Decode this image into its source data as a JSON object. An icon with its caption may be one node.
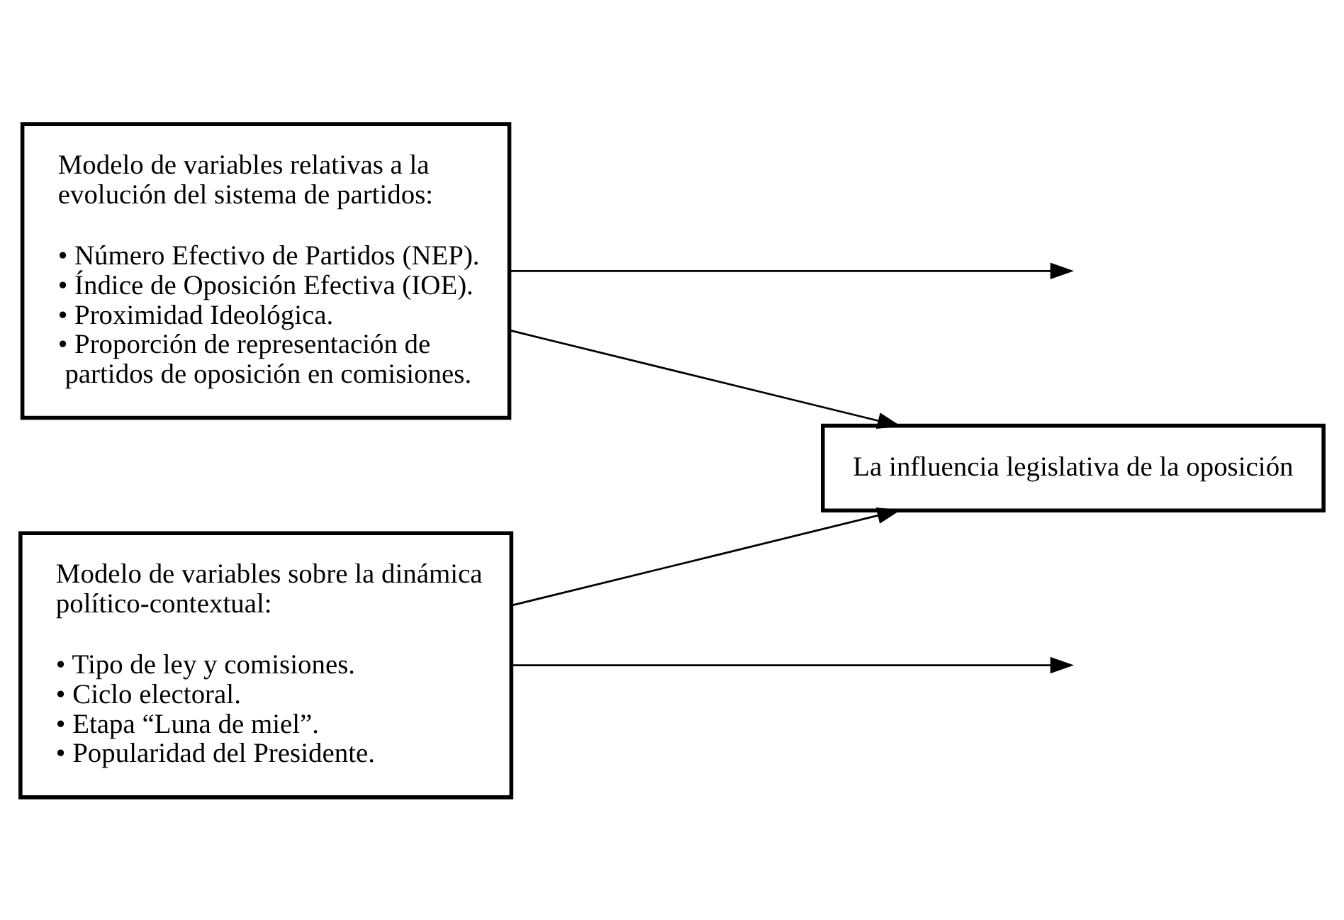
{
  "diagram": {
    "nodes": [
      {
        "text": [
          "Modelo de variables relativas a la evolución del sistema de partidos:",
          "• Número Efectivo de Partidos (NEP).",
          "• Índice de Oposición Efectiva (IOE).",
          "• Proximidad Ideológica.",
          "• Proporción de representación de partidos de oposición en comisiones."
        ]
      },
      {
        "text": [
          "Modelo de variables sobre la dinámica político-contextual:",
          "• Tipo de ley y comisiones.",
          "• Ciclo electoral.",
          "• Etapa “Luna de miel”.",
          "• Popularidad del Presidente."
        ]
      },
      {
        "text": [
          "La influencia legislativa de la oposición"
        ]
      }
    ],
    "edges": [
      {
        "from": 0,
        "to": 2,
        "arrow": "to"
      },
      {
        "from": 0,
        "to": null,
        "arrow": "to"
      },
      {
        "from": 1,
        "to": null,
        "arrow": "to"
      },
      {
        "from": 1,
        "to": 2,
        "arrow": "to"
      }
    ]
  }
}
